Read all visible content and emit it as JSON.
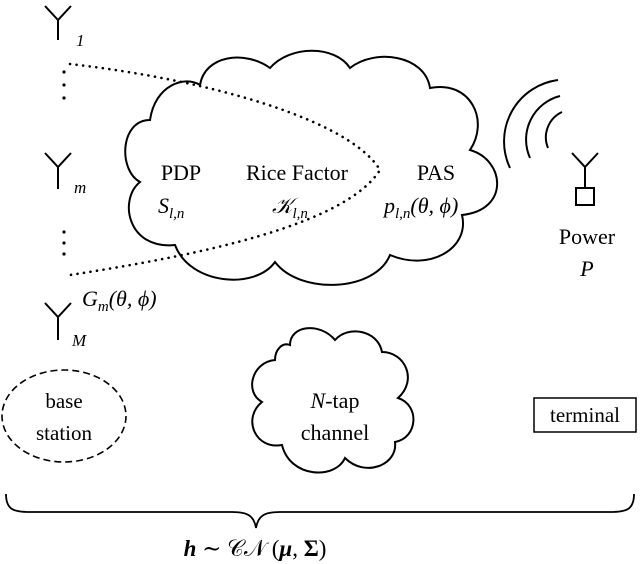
{
  "antennas": {
    "first": {
      "symbol": "Y",
      "subscript": "1"
    },
    "middle": {
      "symbol": "Y",
      "subscript": "m"
    },
    "last": {
      "symbol": "Y",
      "subscript": "M"
    },
    "ellipsis": "⋮"
  },
  "cloud_big": {
    "pdp": {
      "title": "PDP",
      "symbol": "S",
      "subscript": "l,n"
    },
    "rice": {
      "title": "Rice Factor",
      "symbol": "𝒦",
      "subscript": "l,n"
    },
    "pas": {
      "title": "PAS",
      "symbol": "p",
      "subscript": "l,n",
      "args": "(θ, ϕ)"
    }
  },
  "gain": {
    "symbol": "G",
    "subscript": "m",
    "args": "(θ, ϕ)"
  },
  "base_station": {
    "line1": "base",
    "line2": "station"
  },
  "cloud_small": {
    "symbol": "N",
    "line1_rest": "-tap",
    "line2": "channel"
  },
  "terminal": {
    "power_label": "Power",
    "power_symbol": "P",
    "box_label": "terminal"
  },
  "equation": {
    "lhs": "h",
    "op": " ∼ ",
    "dist": "𝒞𝒩",
    "open": " (",
    "mu": "μ",
    "comma": ", ",
    "sigma": "Σ",
    "close": ")"
  }
}
